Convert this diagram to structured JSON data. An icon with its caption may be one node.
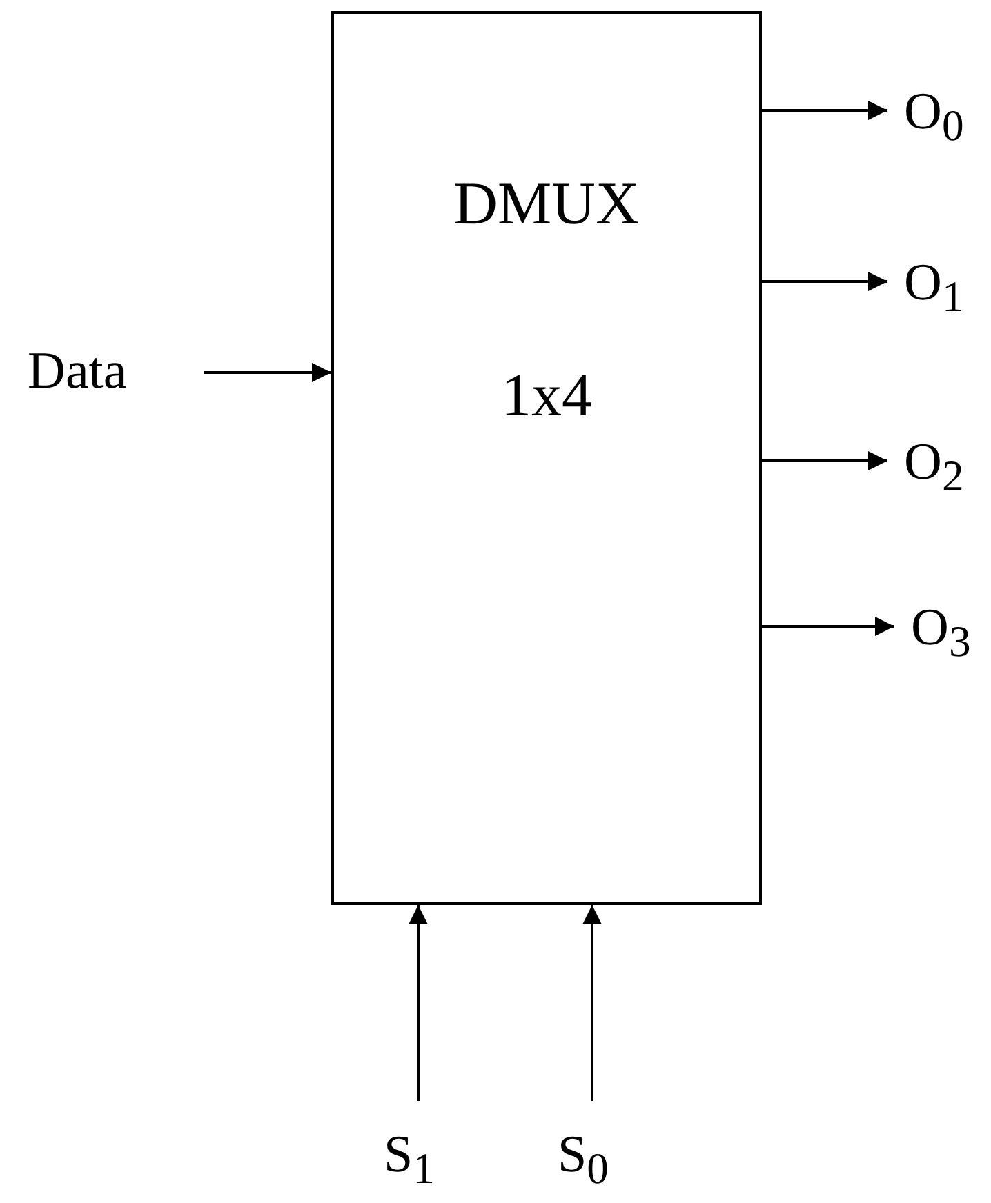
{
  "diagram": {
    "nodes": [
      {
        "text": [
          "DMUX",
          "1x4"
        ]
      },
      {
        "text": [
          "Data"
        ]
      },
      {
        "text": [
          "O$_{0}$"
        ]
      },
      {
        "text": [
          "O$_{1}$"
        ]
      },
      {
        "text": [
          "O$_{2}$"
        ]
      },
      {
        "text": [
          "O$_{3}$"
        ]
      },
      {
        "text": [
          "S$_{1}$"
        ]
      },
      {
        "text": [
          "S$_{0}$"
        ]
      }
    ],
    "edges": [
      {
        "from": 1,
        "to": 0,
        "arrow": "to"
      },
      {
        "from": 0,
        "to": 2,
        "arrow": "to"
      },
      {
        "from": 0,
        "to": 3,
        "arrow": "to"
      },
      {
        "from": 0,
        "to": 4,
        "arrow": "to"
      },
      {
        "from": 0,
        "to": 5,
        "arrow": "to"
      },
      {
        "from": 6,
        "to": 0,
        "arrow": "to"
      },
      {
        "from": 7,
        "to": 0,
        "arrow": "to"
      }
    ]
  }
}
